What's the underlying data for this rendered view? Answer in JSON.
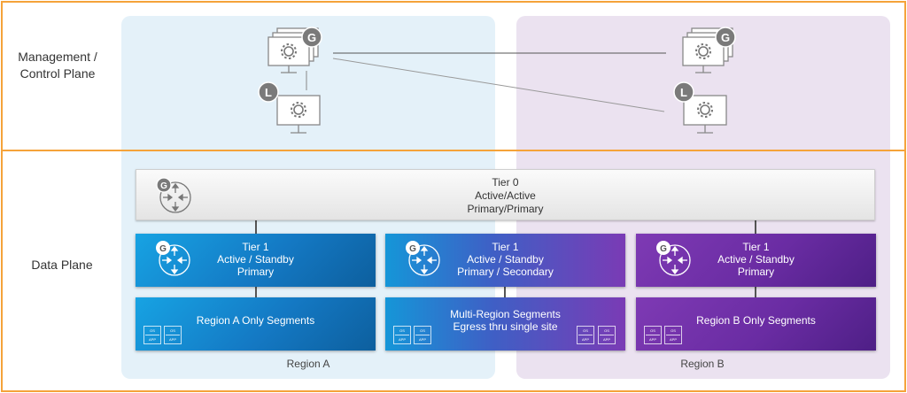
{
  "planes": {
    "management": "Management /\nControl Plane",
    "data": "Data Plane"
  },
  "regions": {
    "a": "Region A",
    "b": "Region B"
  },
  "tier0": {
    "title": "Tier 0",
    "mode": "Active/Active",
    "role": "Primary/Primary",
    "badge": "G"
  },
  "tier1": [
    {
      "title": "Tier 1",
      "mode": "Active / Standby",
      "role": "Primary",
      "badge": "G"
    },
    {
      "title": "Tier 1",
      "mode": "Active / Standby",
      "role": "Primary / Secondary",
      "badge": "G"
    },
    {
      "title": "Tier 1",
      "mode": "Active / Standby",
      "role": "Primary",
      "badge": "G"
    }
  ],
  "segments": [
    {
      "line1": "Region A Only Segments",
      "line2": ""
    },
    {
      "line1": "Multi-Region Segments",
      "line2": "Egress thru single site"
    },
    {
      "line1": "Region B Only Segments",
      "line2": ""
    }
  ],
  "managers": {
    "global_badge": "G",
    "local_badge": "L"
  },
  "workload_tile": {
    "top": "OS",
    "bottom": "APP"
  },
  "colors": {
    "plane_border": "#f5a33a",
    "region_a_bg": "#e4f1f9",
    "region_b_bg": "#ebe2f0",
    "blue": "#1479c4",
    "purple": "#6a2ca3",
    "badge": "#7a7a7a"
  }
}
